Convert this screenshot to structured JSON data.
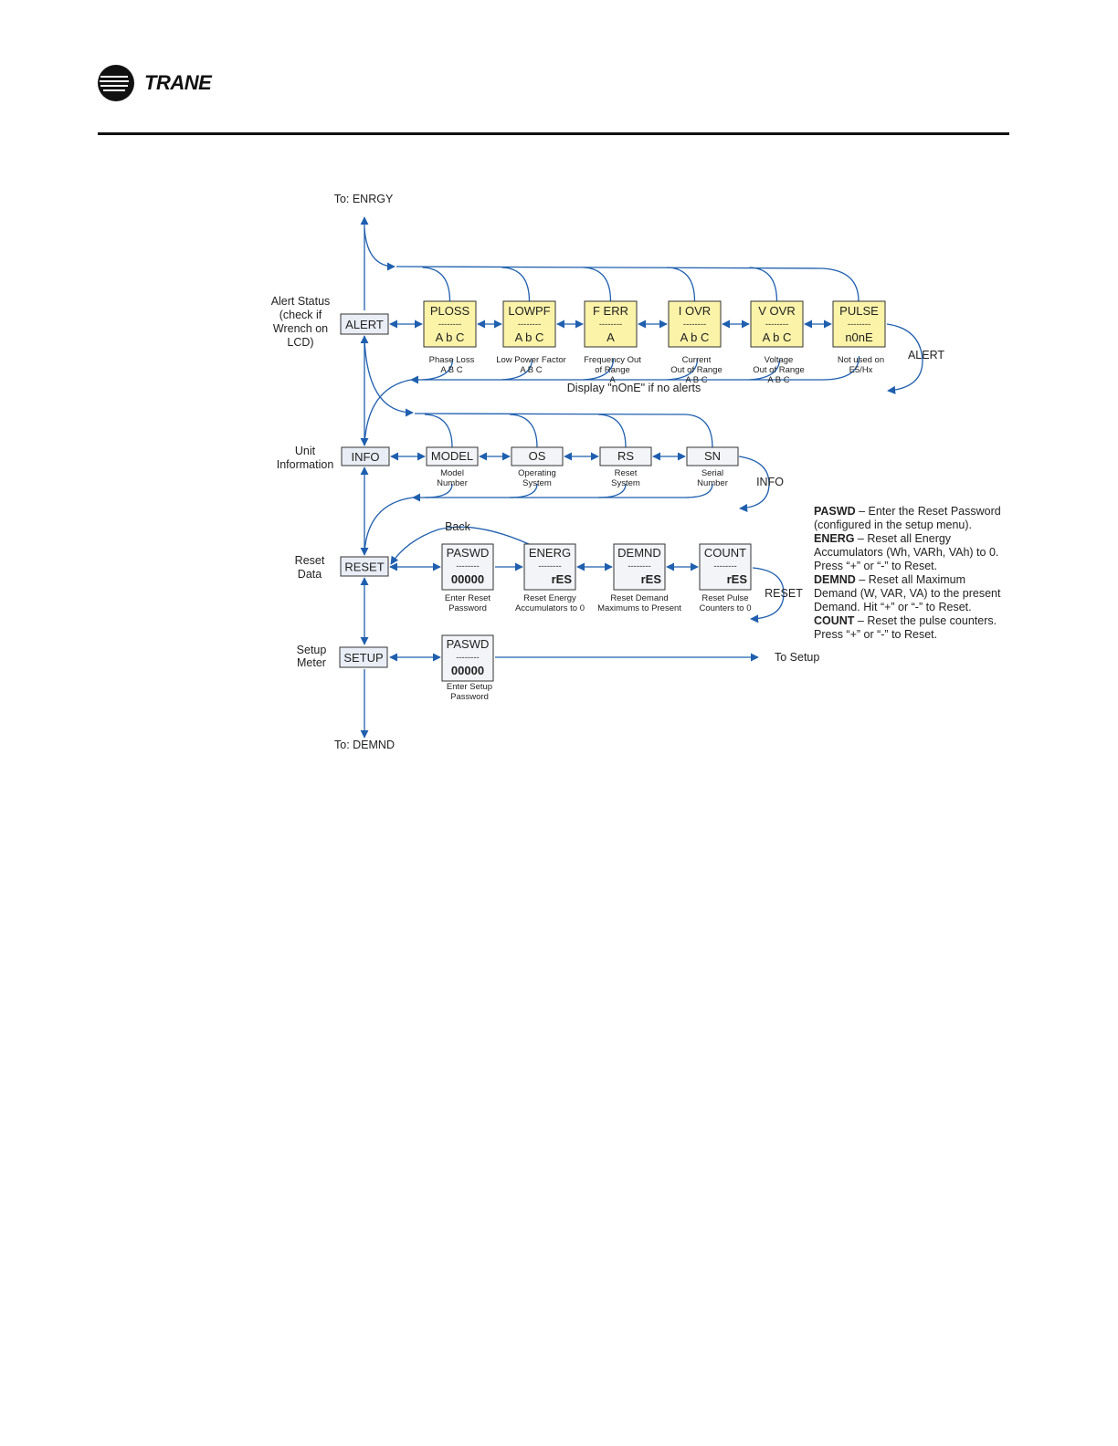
{
  "brand": {
    "name": "TRANE"
  },
  "diagram": {
    "to_top": "To: ENRGY",
    "to_bottom": "To: DEMND",
    "to_setup": "To Setup",
    "none_note": "Display \"nOnE\" if no alerts",
    "back_label": "Back",
    "loop_alert": "ALERT",
    "loop_info": "INFO",
    "loop_reset": "RESET",
    "left_labels": {
      "alert": [
        "Alert Status",
        "(check if",
        "Wrench on",
        "LCD)"
      ],
      "info": [
        "Unit",
        "Information"
      ],
      "reset": [
        "Reset",
        "Data"
      ],
      "setup": [
        "Setup",
        "Meter"
      ]
    },
    "menu": {
      "alert": "ALERT",
      "info": "INFO",
      "reset": "RESET",
      "setup": "SETUP"
    },
    "alert_items": [
      {
        "title": "PLOSS",
        "dash": "--------",
        "value": "A b C",
        "desc": [
          "Phase Loss",
          "A B C"
        ]
      },
      {
        "title": "LOWPF",
        "dash": "--------",
        "value": "A b C",
        "desc": [
          "Low Power Factor",
          "A B C"
        ]
      },
      {
        "title": "F ERR",
        "dash": "--------",
        "value": "A",
        "desc": [
          "Frequency Out",
          "of Range",
          "A"
        ]
      },
      {
        "title": "I  OVR",
        "dash": "--------",
        "value": "A b C",
        "desc": [
          "Current",
          "Out of Range",
          "A B C"
        ]
      },
      {
        "title": "V  OVR",
        "dash": "--------",
        "value": "A b C",
        "desc": [
          "Voltage",
          "Out of Range",
          "A B C"
        ]
      },
      {
        "title": "PULSE",
        "dash": "--------",
        "value": "n0nE",
        "desc": [
          "Not used on",
          "E5/Hx"
        ]
      }
    ],
    "info_items": [
      {
        "title": "MODEL",
        "desc": [
          "Model",
          "Number"
        ]
      },
      {
        "title": "OS",
        "desc": [
          "Operating",
          "System"
        ]
      },
      {
        "title": "RS",
        "desc": [
          "Reset",
          "System"
        ]
      },
      {
        "title": "SN",
        "desc": [
          "Serial",
          "Number"
        ]
      }
    ],
    "reset_items": [
      {
        "title": "PASWD",
        "dash": "--------",
        "value": "00000",
        "desc": [
          "Enter Reset",
          "Password"
        ]
      },
      {
        "title": "ENERG",
        "dash": "--------",
        "value": "rES",
        "desc": [
          "Reset Energy",
          "Accumulators to 0"
        ]
      },
      {
        "title": "DEMND",
        "dash": "--------",
        "value": "rES",
        "desc": [
          "Reset Demand",
          "Maximums to Present"
        ]
      },
      {
        "title": "COUNT",
        "dash": "--------",
        "value": "rES",
        "desc": [
          "Reset Pulse",
          "Counters to 0"
        ]
      }
    ],
    "setup_item": {
      "title": "PASWD",
      "dash": "--------",
      "value": "00000",
      "desc": [
        "Enter Setup",
        "Password"
      ]
    }
  },
  "legend": [
    {
      "term": "PASWD",
      "text": " – Enter the Reset Password (configured in the setup menu)."
    },
    {
      "term": "ENERG",
      "text": " – Reset all Energy Accumulators (Wh, VARh, VAh) to 0. Press “+” or “-” to Reset."
    },
    {
      "term": "DEMND",
      "text": " – Reset all Maximum Demand (W, VAR, VA) to the present Demand. Hit “+” or “-” to Reset."
    },
    {
      "term": "COUNT",
      "text": " – Reset the pulse counters. Press “+” or “-” to Reset."
    }
  ],
  "colors": {
    "arrow": "#1f5fae",
    "alert_box": "#fbf3a8",
    "menu_box": "#e9eef6",
    "item_box": "#f2f4f8"
  }
}
